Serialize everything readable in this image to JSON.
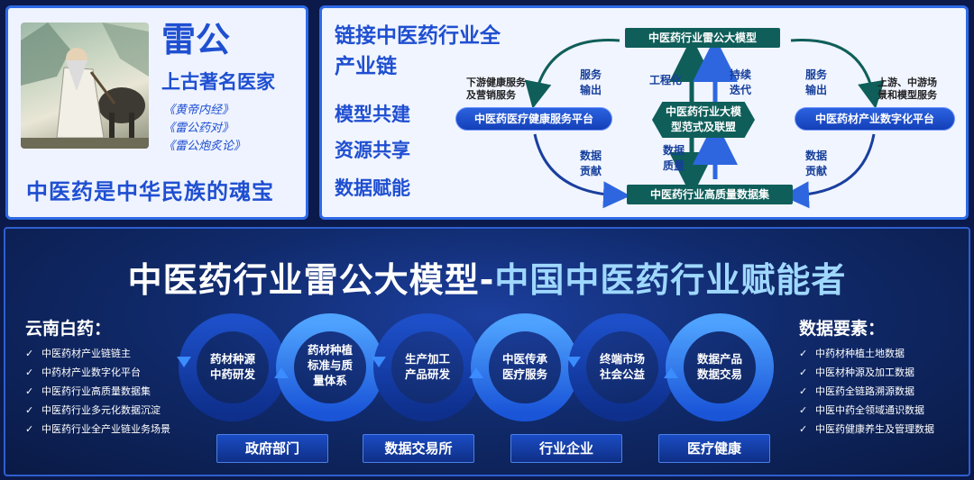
{
  "left_card": {
    "name": "雷公",
    "subtitle": "上古著名医家",
    "books": [
      "《黄帝内经》",
      "《雷公药对》",
      "《雷公炮炙论》"
    ],
    "slogan": "中医药是中华民族的魂宝"
  },
  "right_card": {
    "heading_line1": "链接中医药行业全",
    "heading_line2": "产业链",
    "keywords": [
      "模型共建",
      "资源共享",
      "数据赋能"
    ],
    "diagram": {
      "top_box": "中医药行业雷公大模型",
      "center_box_line1": "中医药行业大模",
      "center_box_line2": "型范式及联盟",
      "bottom_box": "中医药行业高质量数据集",
      "left_box": "中医药医疗健康服务平台",
      "right_box": "中医药材产业数字化平台",
      "left_top_note_line1": "下游健康服务",
      "left_top_note_line2": "及营销服务",
      "right_top_note_line1": "上游、中游场",
      "right_top_note_line2": "景和模型服务",
      "label_service_left_1": "服务",
      "label_service_left_2": "输出",
      "label_service_right_1": "服务",
      "label_service_right_2": "输出",
      "label_engineering": "工程化",
      "label_iter_1": "持续",
      "label_iter_2": "迭代",
      "label_data_left_1": "数据",
      "label_data_left_2": "贡献",
      "label_data_right_1": "数据",
      "label_data_right_2": "贡献",
      "label_quality_1": "数据",
      "label_quality_2": "质量"
    },
    "colors": {
      "green": "#0f5e5a",
      "blue": "#1f4fd1",
      "arrow_green": "#0f5e5a",
      "arrow_blue": "#2e66e0"
    }
  },
  "bottom": {
    "title_main": "中医药行业雷公大模型-",
    "title_highlight": "中国中医药行业赋能者",
    "left_heading": "云南白药：",
    "left_items": [
      "中医药材产业链链主",
      "中药材产业数字化平台",
      "中医药行业高质量数据集",
      "中医药行业多元化数据沉淀",
      "中医药行业全产业链业务场景"
    ],
    "right_heading": "数据要素：",
    "right_items": [
      "中药材种植土地数据",
      "中医材种源及加工数据",
      "中医药全链路溯源数据",
      "中医中药全领域通识数据",
      "中医药健康养生及管理数据"
    ],
    "rings": [
      {
        "line1": "药材种源",
        "line2": "中药研发",
        "line3": ""
      },
      {
        "line1": "药材种植",
        "line2": "标准与质",
        "line3": "量体系"
      },
      {
        "line1": "生产加工",
        "line2": "产品研发",
        "line3": ""
      },
      {
        "line1": "中医传承",
        "line2": "医疗服务",
        "line3": ""
      },
      {
        "line1": "终端市场",
        "line2": "社会公益",
        "line3": ""
      },
      {
        "line1": "数据产品",
        "line2": "数据交易",
        "line3": ""
      }
    ],
    "stakeholders": [
      "政府部门",
      "数据交易所",
      "行业企业",
      "医疗健康"
    ],
    "check_mark": "✓"
  }
}
